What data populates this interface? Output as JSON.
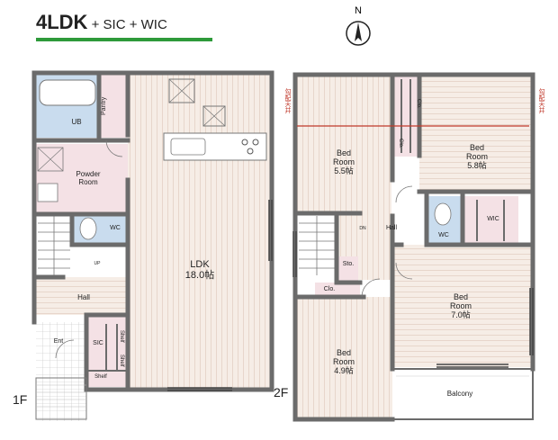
{
  "header": {
    "title_main": "4LDK",
    "title_suffix": " + SIC + WIC",
    "accent_color": "#2e9a3a",
    "compass_letter": "N"
  },
  "floor1": {
    "label": "1F",
    "rooms": {
      "ub": "UB",
      "pantry": "Pantry",
      "powder": "Powder\nRoom",
      "wc": "WC",
      "ldk": "LDK\n18.0帖",
      "hall": "Hall",
      "up": "UP",
      "ent": "Ent",
      "sic": "SIC",
      "shelf1": "Shelf",
      "shelf2": "Shelf",
      "shelf3": "Shelf"
    }
  },
  "floor2": {
    "label": "2F",
    "rooms": {
      "bed55": "Bed\nRoom\n5.5帖",
      "bed58": "Bed\nRoom\n5.8帖",
      "bed70": "Bed\nRoom\n7.0帖",
      "bed49": "Bed\nRoom\n4.9帖",
      "wc": "WC",
      "wic": "WIC",
      "hall": "Hall",
      "clo_a": "Clo.",
      "clo_b": "Clo.",
      "clo_c": "Clo.",
      "sto": "Sto.",
      "dn": "DN",
      "balcony": "Balcony",
      "ceiling_note_left": "勾配天井",
      "ceiling_note_right": "勾配天井"
    }
  },
  "colors": {
    "wall": "#6b6b6b",
    "floor_wood": "#f6ede6",
    "floor_line": "#e7d6cb",
    "pink_room": "#f4e1e5",
    "blue_room": "#c9dcee",
    "white_room": "#ffffff",
    "red_line": "#c0392b"
  }
}
